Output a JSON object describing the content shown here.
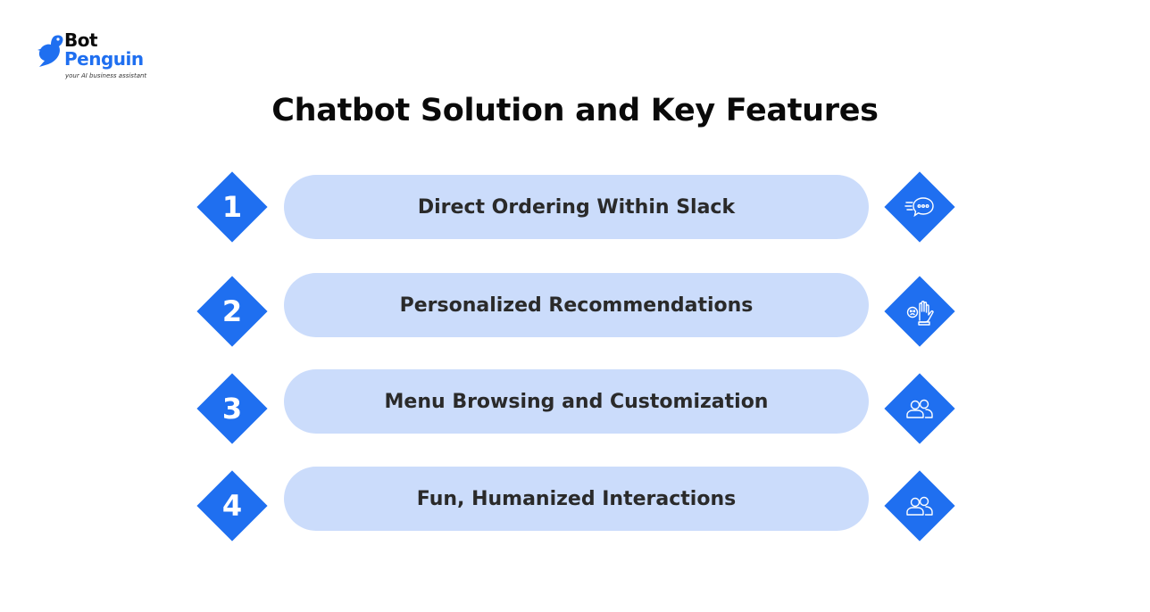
{
  "brand": {
    "name_line1": "Bot",
    "name_line2": "Penguin",
    "tagline": "your AI business assistant",
    "accent_color": "#1f6ff0"
  },
  "title": "Chatbot Solution and Key Features",
  "features": [
    {
      "number": "1",
      "label": "Direct Ordering Within Slack",
      "icon": "chat-bubble-icon"
    },
    {
      "number": "2",
      "label": "Personalized Recommendations",
      "icon": "hand-face-icon"
    },
    {
      "number": "3",
      "label": "Menu Browsing and Customization",
      "icon": "users-icon"
    },
    {
      "number": "4",
      "label": "Fun, Humanized Interactions",
      "icon": "users-icon"
    }
  ],
  "colors": {
    "pill_bg": "#cbdcfb",
    "diamond": "#1f6ff0",
    "text": "#2a2a2a"
  }
}
